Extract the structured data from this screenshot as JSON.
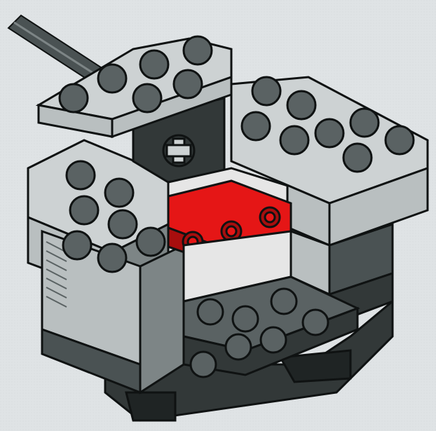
{
  "image": {
    "subject": "lego-assembly-instruction-step",
    "colors": {
      "background": "#dfe3e5",
      "light_gray": "#b9bfc0",
      "light_gray_top": "#cdd2d3",
      "mid_gray": "#7d8586",
      "dark_gray": "#4a5253",
      "darker_gray": "#323838",
      "outline": "#0f1212",
      "stud_top": "#5a6263",
      "red": "#e51616",
      "red_dark": "#a80e0e"
    },
    "parts": [
      "axle-rod",
      "plate-top-left",
      "brick-right-row",
      "brick-left-stack",
      "motor-housing",
      "red-technic-brick",
      "base-plate",
      "cross-axle-hole"
    ]
  }
}
